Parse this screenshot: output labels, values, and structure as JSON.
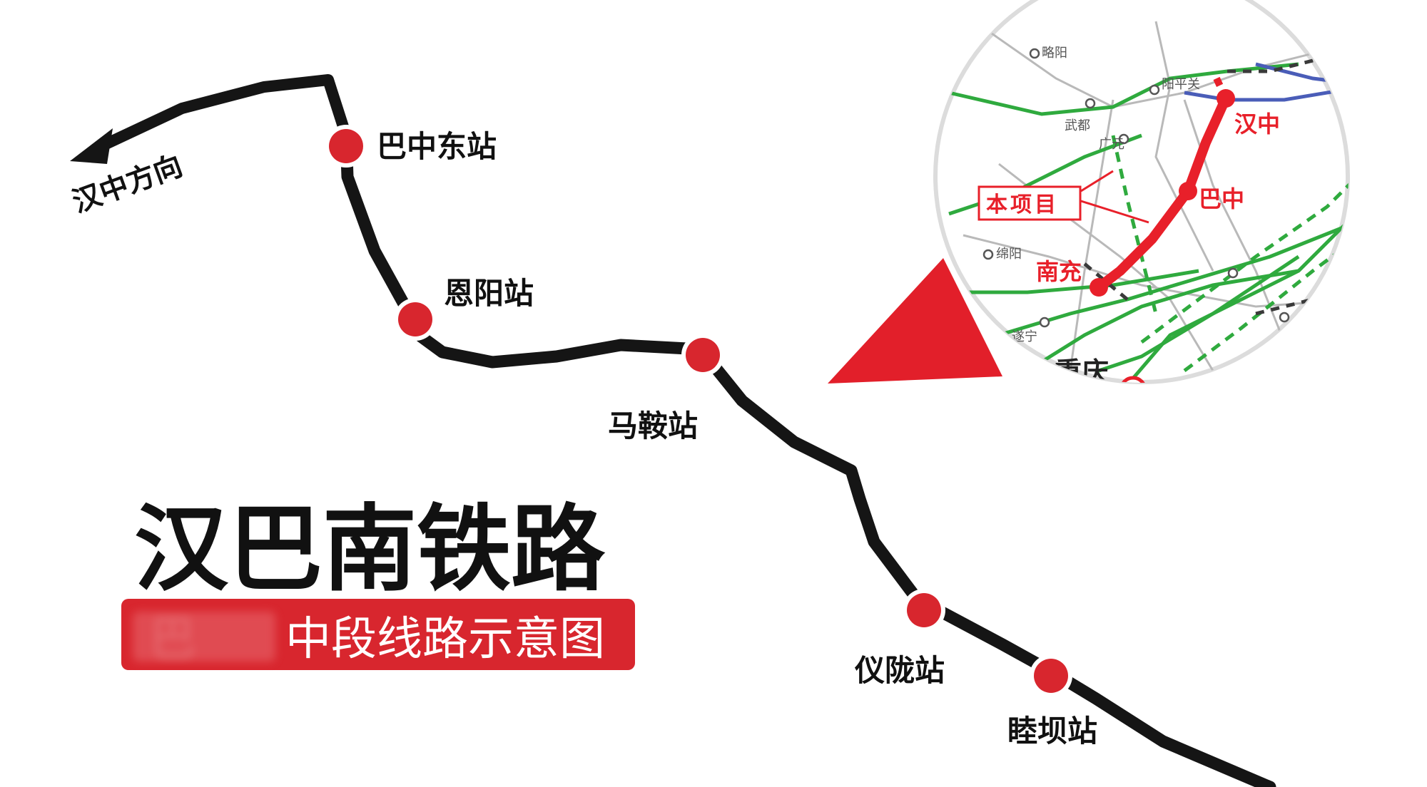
{
  "title": "汉巴南铁路",
  "subtitle": {
    "visible_text": "中段线路示意图",
    "obscured_prefix": "巴"
  },
  "direction_label": "汉中方向",
  "stations": [
    {
      "name": "巴中东站"
    },
    {
      "name": "恩阳站"
    },
    {
      "name": "马鞍站"
    },
    {
      "name": "仪陇站"
    },
    {
      "name": "睦坝站"
    }
  ],
  "inset": {
    "project_label": "本项目",
    "red_cities": [
      "汉中",
      "巴中",
      "南充"
    ],
    "main_city": "重庆",
    "small_places": [
      "略阳",
      "阳平关",
      "武都",
      "广元",
      "绵阳",
      "遂宁"
    ]
  },
  "colors": {
    "route": "#151515",
    "station_red": "#d8262e",
    "banner_red": "#d8262e",
    "inset_green": "#2faa3e",
    "inset_blue": "#4a5db8",
    "inset_red": "#e8202a"
  }
}
